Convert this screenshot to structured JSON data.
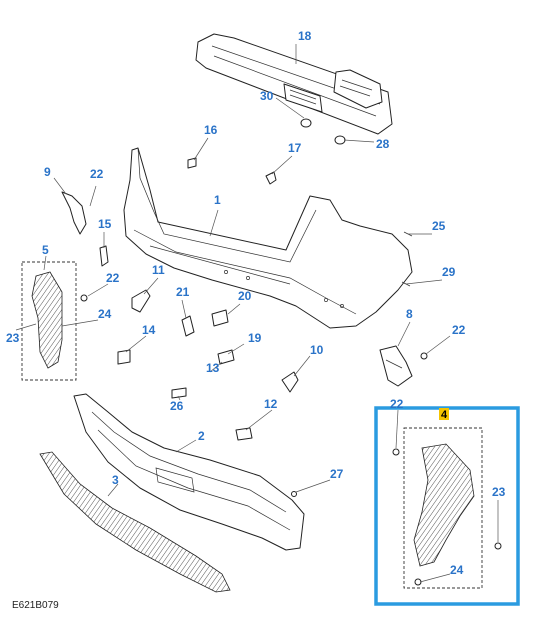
{
  "diagram": {
    "figure_code": "E621B079",
    "callouts": {
      "c18": "18",
      "c30": "30",
      "c28": "28",
      "c16": "16",
      "c17": "17",
      "c1": "1",
      "c9": "9",
      "c22a": "22",
      "c15": "15",
      "c25": "25",
      "c5": "5",
      "c11": "11",
      "c22b": "22",
      "c29": "29",
      "c21": "21",
      "c20": "20",
      "c24a": "24",
      "c23a": "23",
      "c14": "14",
      "c8": "8",
      "c22c": "22",
      "c19": "19",
      "c13": "13",
      "c10": "10",
      "c26": "26",
      "c12": "12",
      "c2": "2",
      "c22d": "22",
      "c27": "27",
      "c3": "3",
      "c23b": "23",
      "c24b": "24"
    },
    "detail_box": {
      "label": "4",
      "border_color": "#2b9be0",
      "label_bg": "#f5c400"
    }
  }
}
